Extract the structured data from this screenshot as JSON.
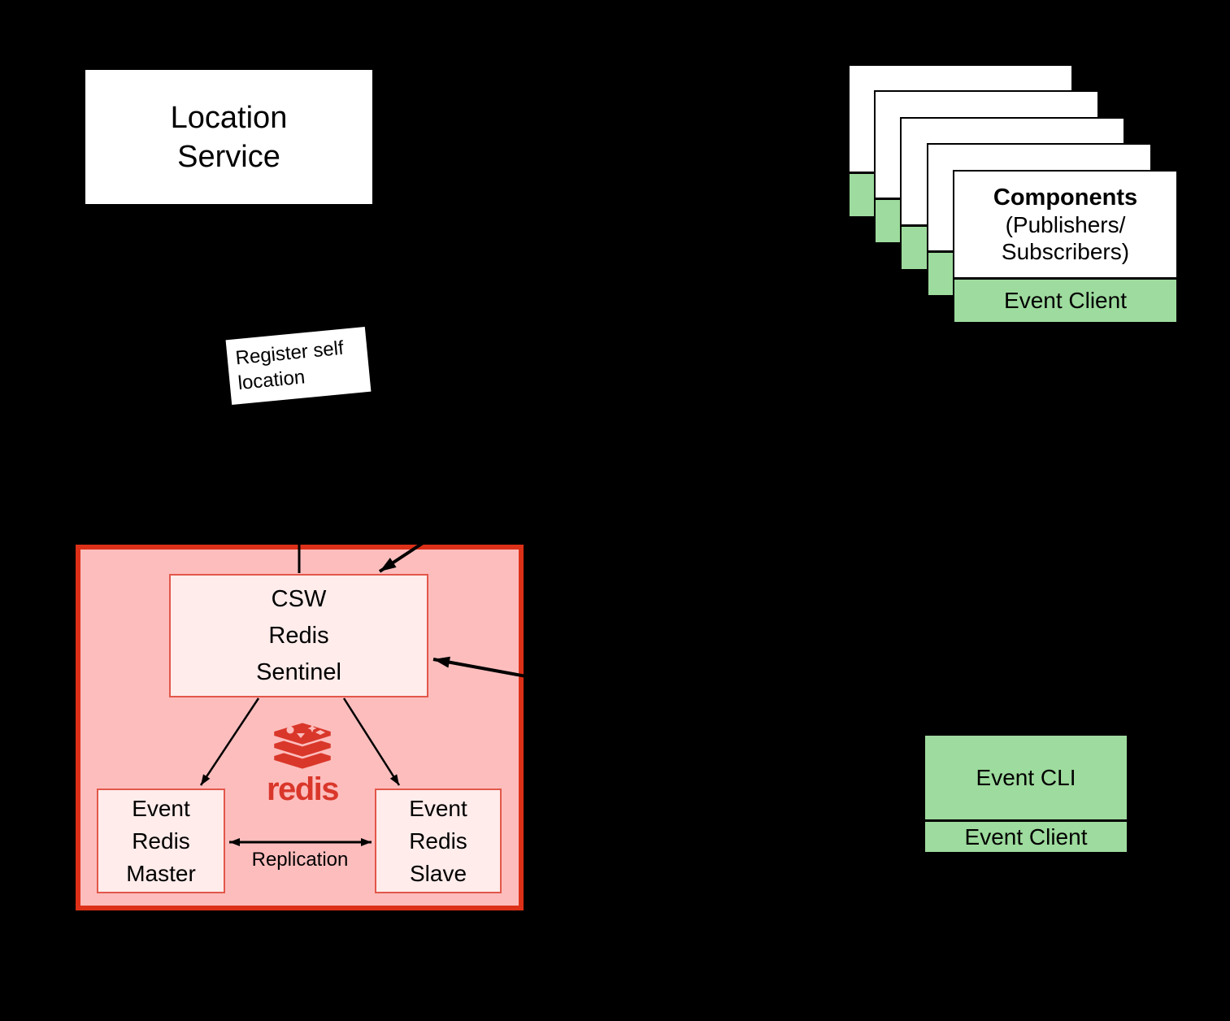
{
  "colors": {
    "background": "#000000",
    "card_white": "#ffffff",
    "event_green": "#9edb9e",
    "cluster_fill": "#fdbdbd",
    "cluster_border": "#dd3018",
    "inner_box_fill": "#ffeceb",
    "inner_box_border": "#e2574a",
    "redis_red": "#d9372a",
    "line_black": "#000000"
  },
  "location_service": {
    "line1": "Location",
    "line2": "Service"
  },
  "components": {
    "title": "Components",
    "subtitle1": "(Publishers/",
    "subtitle2": "Subscribers)",
    "footer": "Event Client",
    "card_count": 5
  },
  "register_note": {
    "line1": "Register self",
    "line2": "location"
  },
  "cluster": {
    "sentinel": {
      "line1": "CSW",
      "line2": "Redis",
      "line3": "Sentinel"
    },
    "master": {
      "line1": "Event",
      "line2": "Redis",
      "line3": "Master"
    },
    "slave": {
      "line1": "Event",
      "line2": "Redis",
      "line3": "Slave"
    },
    "replication_label": "Replication",
    "logo_word": "redis"
  },
  "event_cli": {
    "title": "Event CLI",
    "footer": "Event Client"
  }
}
